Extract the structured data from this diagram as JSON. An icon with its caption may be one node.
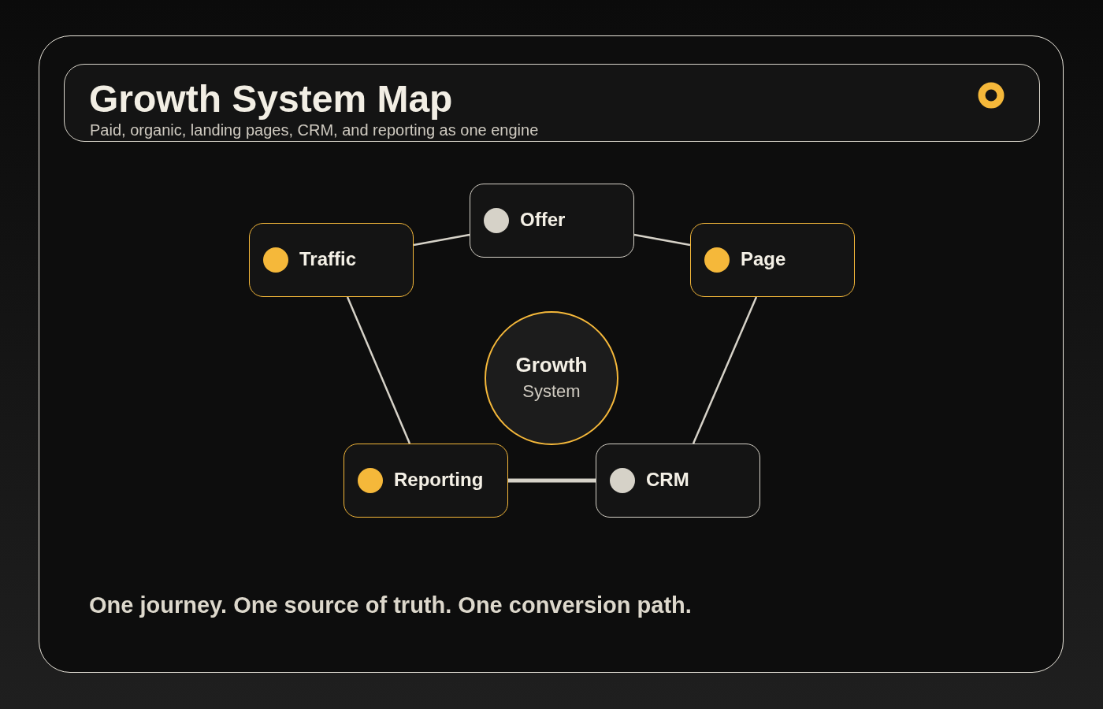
{
  "diagram": {
    "title": "Growth System Map",
    "nodes": [
      {
        "text": [
          "Offer"
        ]
      },
      {
        "text": [
          "Traffic"
        ]
      },
      {
        "text": [
          "Page"
        ]
      },
      {
        "text": [
          "Growth",
          "System"
        ]
      },
      {
        "text": [
          "Reporting"
        ]
      },
      {
        "text": [
          "CRM"
        ]
      }
    ],
    "edges": [
      {
        "from": 1,
        "to": 0,
        "arrow": "none"
      },
      {
        "from": 0,
        "to": 2,
        "arrow": "none"
      },
      {
        "from": 2,
        "to": 5,
        "arrow": "none"
      },
      {
        "from": 4,
        "to": 5,
        "arrow": "none",
        "style": "thick"
      },
      {
        "from": 1,
        "to": 4,
        "arrow": "none"
      }
    ],
    "labels": [
      "Paid, organic, landing pages, CRM, and reporting as one engine",
      "One journey. One source of truth. One conversion path."
    ]
  }
}
